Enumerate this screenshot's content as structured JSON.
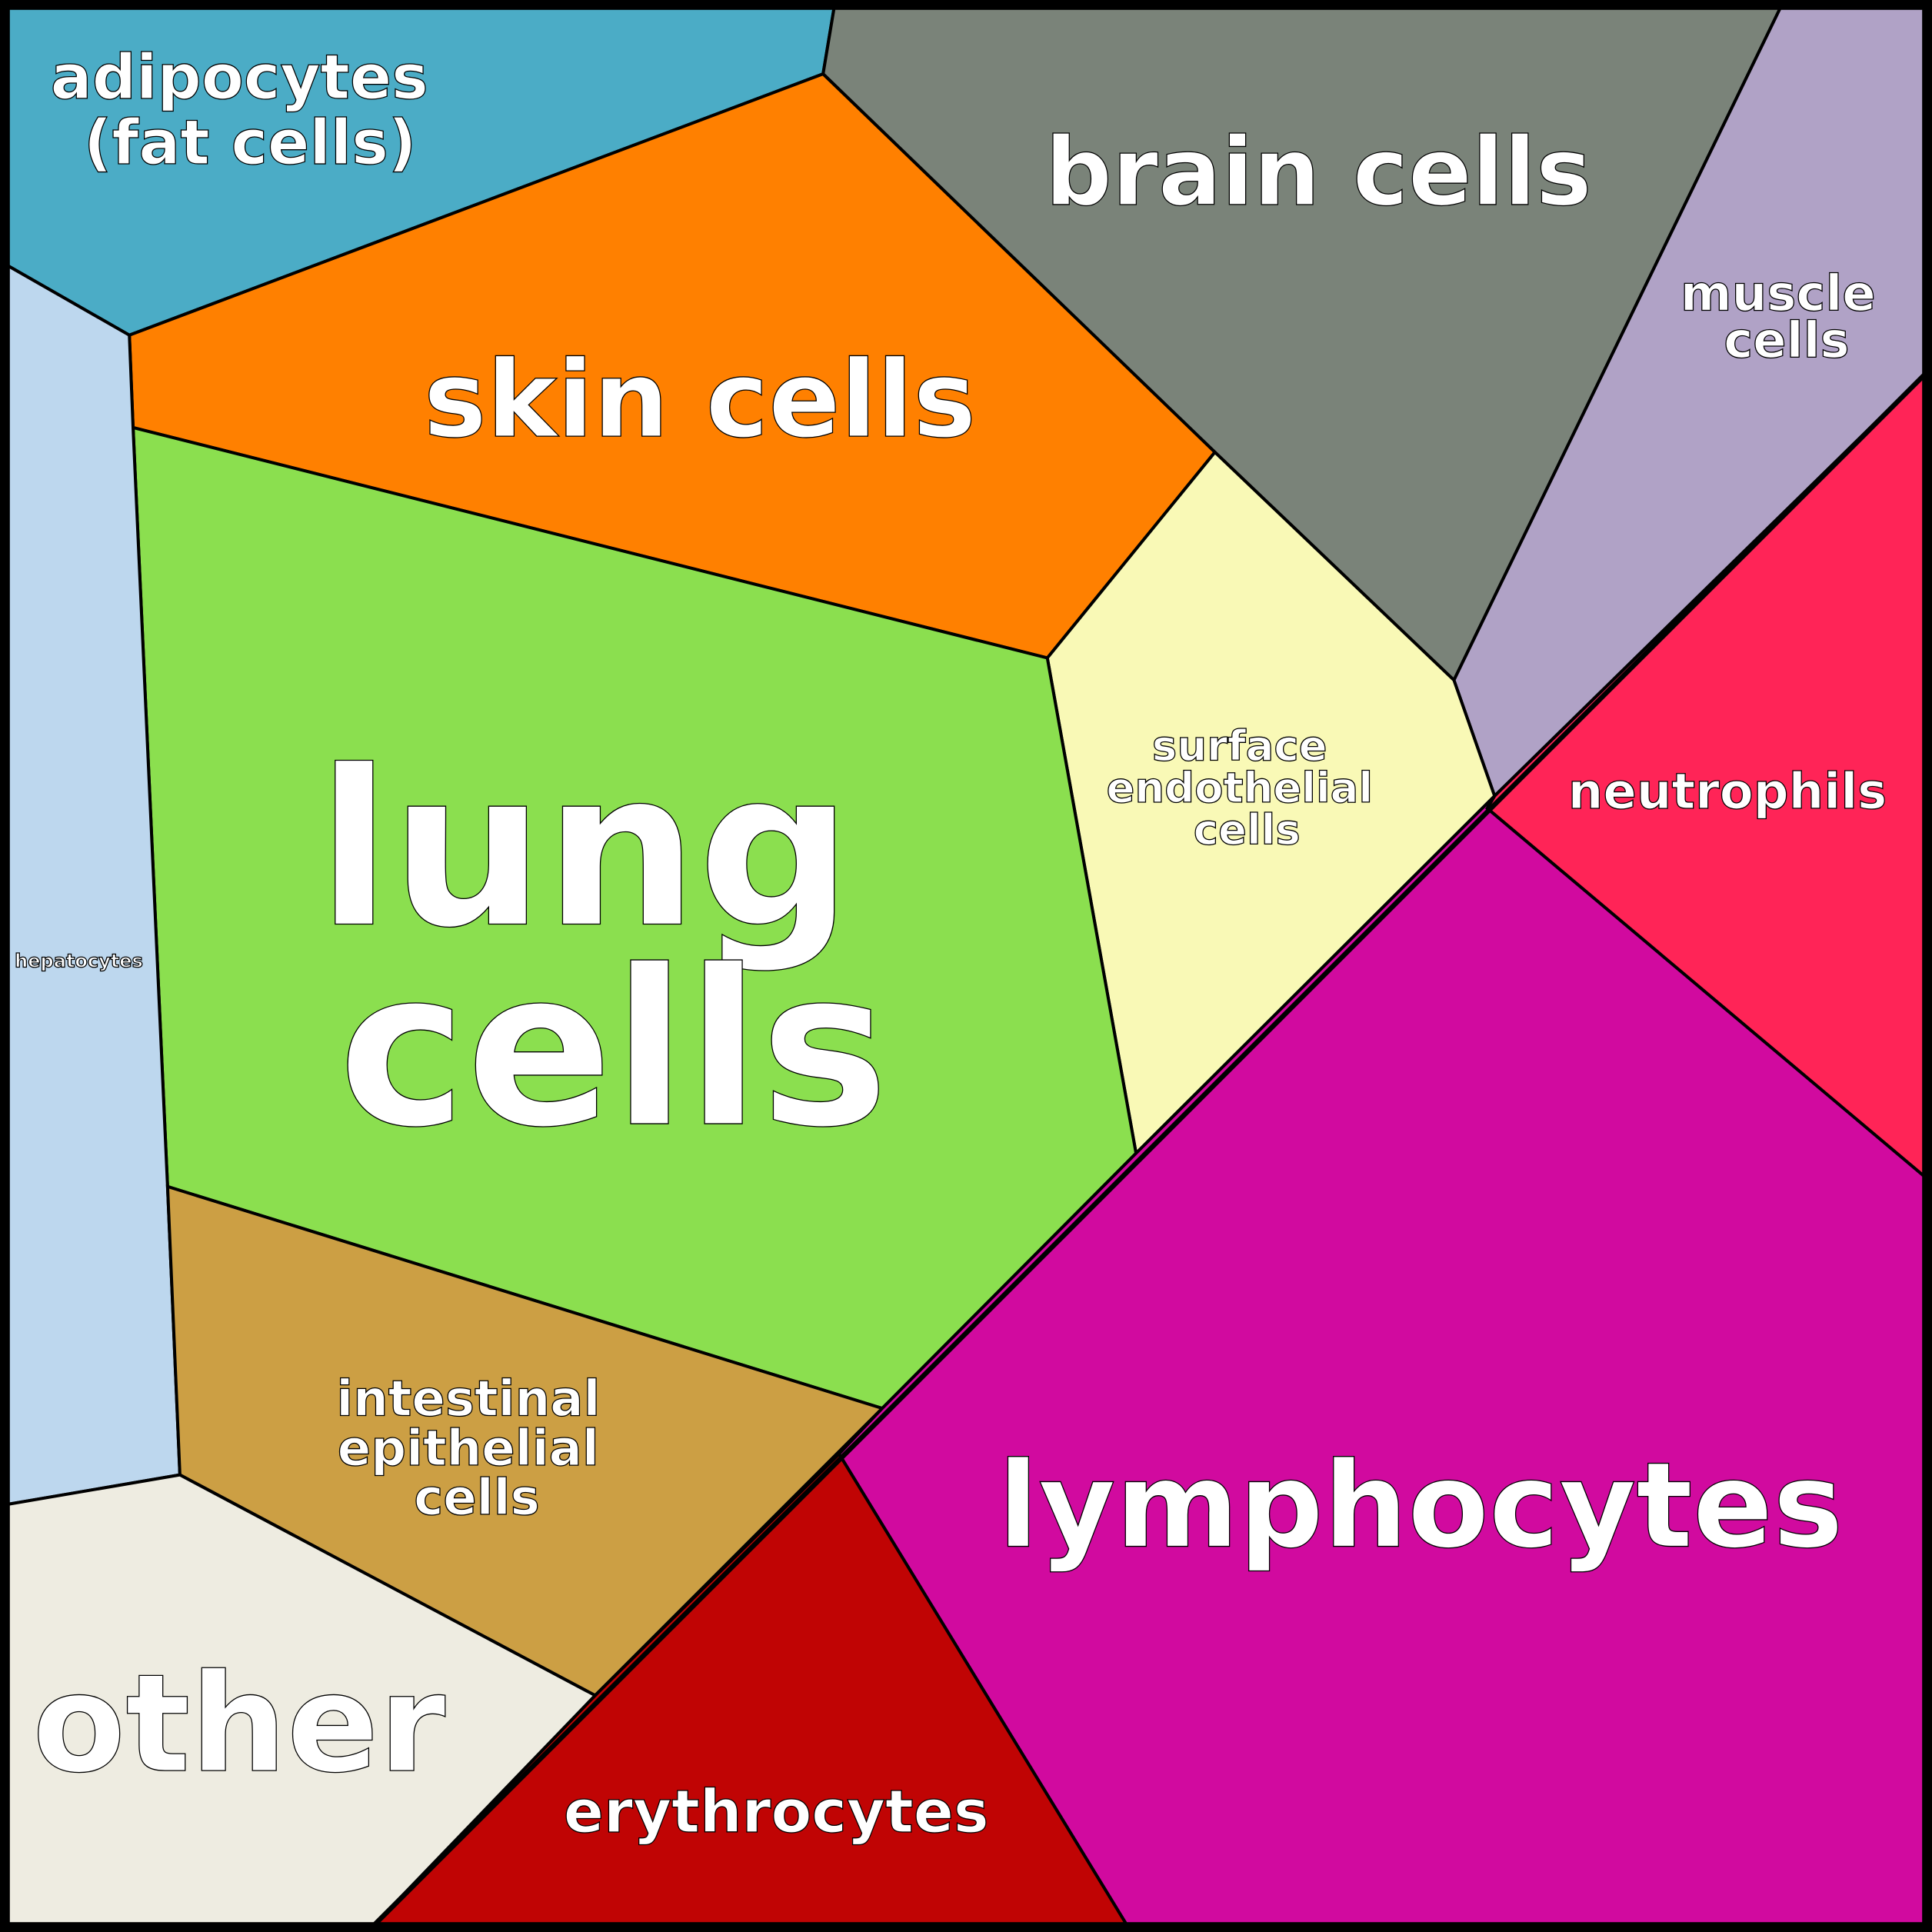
{
  "title": "Cell types treemap",
  "cells": {
    "adipocytes": {
      "lines": [
        "adipocytes",
        "(fat cells)"
      ],
      "color": "#4BACC6"
    },
    "brain": {
      "lines": [
        "brain cells"
      ],
      "color": "#7A8379"
    },
    "muscle": {
      "lines": [
        "muscle",
        "cells"
      ],
      "color": "#B0A2C6"
    },
    "skin": {
      "lines": [
        "skin cells"
      ],
      "color": "#FF8000"
    },
    "endothelial": {
      "lines": [
        "surface",
        "endothelial",
        "cells"
      ],
      "color": "#F9F9B6"
    },
    "neutrophils": {
      "lines": [
        "neutrophils"
      ],
      "color": "#FF2457"
    },
    "lung": {
      "lines": [
        "lung",
        "cells"
      ],
      "color": "#8BDF4F"
    },
    "hepatocytes": {
      "lines": [
        "hepatocytes"
      ],
      "color": "#BDD7EE"
    },
    "intestinal": {
      "lines": [
        "intestinal",
        "epithelial",
        "cells"
      ],
      "color": "#CC9F44"
    },
    "lymphocytes": {
      "lines": [
        "lymphocytes"
      ],
      "color": "#D10A9F"
    },
    "erythrocytes": {
      "lines": [
        "erythrocytes"
      ],
      "color": "#C00404"
    },
    "other": {
      "lines": [
        "other"
      ],
      "color": "#EEECE1"
    }
  }
}
